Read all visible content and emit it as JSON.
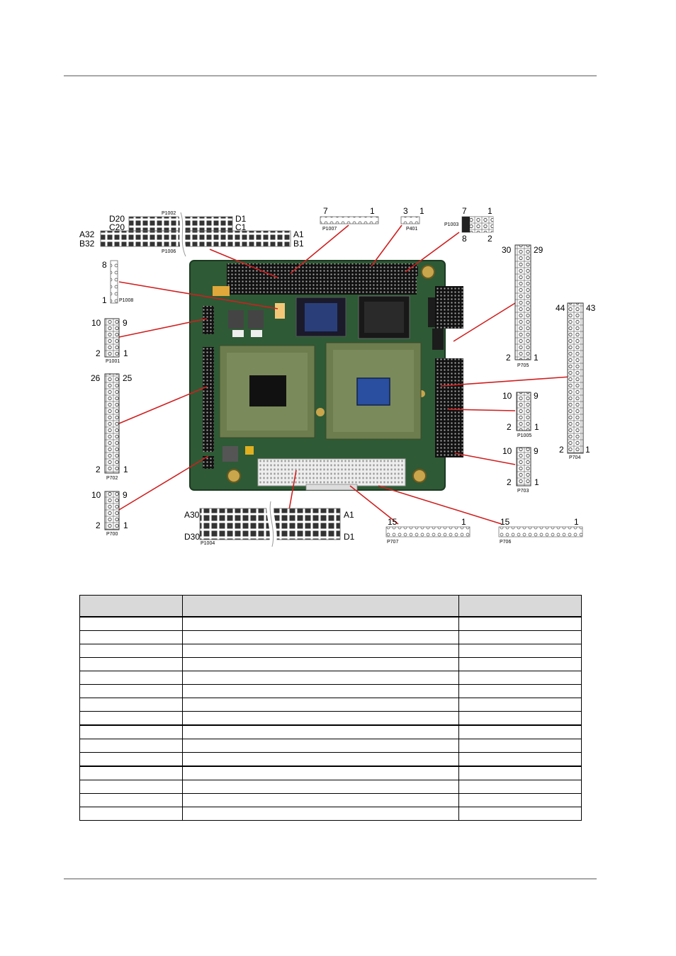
{
  "connectors": {
    "p1002": {
      "name": "P1002",
      "d_start": "D20",
      "d_end": "D1",
      "c_start": "C20",
      "c_end": "C1"
    },
    "p1006": {
      "name": "P1006",
      "a_start": "A32",
      "a_end": "A1",
      "b_start": "B32",
      "b_end": "B1"
    },
    "p1007": {
      "name": "P1007",
      "left": "7",
      "right": "1"
    },
    "p401": {
      "name": "P401",
      "left": "3",
      "right": "1"
    },
    "p1003": {
      "name": "P1003",
      "top_left": "7",
      "top_right": "1",
      "bottom_left": "8",
      "bottom_right": "2"
    },
    "p1008": {
      "name": "P1008",
      "top": "8",
      "bottom": "1"
    },
    "p1001": {
      "name": "P1001",
      "top_left": "10",
      "top_right": "9",
      "bottom_left": "2",
      "bottom_right": "1"
    },
    "p702": {
      "name": "P702",
      "top_left": "26",
      "top_right": "25",
      "bottom_left": "2",
      "bottom_right": "1"
    },
    "p700": {
      "name": "P700",
      "top_left": "10",
      "top_right": "9",
      "bottom_left": "2",
      "bottom_right": "1"
    },
    "p705": {
      "name": "P705",
      "top_left": "30",
      "top_right": "29",
      "bottom_left": "2",
      "bottom_right": "1"
    },
    "p704": {
      "name": "P704",
      "top_left": "44",
      "top_right": "43",
      "bottom_left": "2",
      "bottom_right": "1"
    },
    "p1005": {
      "name": "P1005",
      "top_left": "10",
      "top_right": "9",
      "bottom_left": "2",
      "bottom_right": "1"
    },
    "p703": {
      "name": "P703",
      "top_left": "10",
      "top_right": "9",
      "bottom_left": "2",
      "bottom_right": "1"
    },
    "p1004": {
      "name": "P1004",
      "a_start": "A30",
      "a_end": "A1",
      "d_start": "D30",
      "d_end": "D1"
    },
    "p707": {
      "name": "P707",
      "left": "15",
      "right": "1"
    },
    "p706": {
      "name": "P706",
      "left": "15",
      "right": "1"
    }
  },
  "table": {
    "headers": [
      "",
      "",
      ""
    ],
    "rows": [
      [
        "",
        "",
        ""
      ],
      [
        "",
        "",
        ""
      ],
      [
        "",
        "",
        ""
      ],
      [
        "",
        "",
        ""
      ],
      [
        "",
        "",
        ""
      ],
      [
        "",
        "",
        ""
      ],
      [
        "",
        "",
        ""
      ],
      [
        "",
        "",
        ""
      ],
      [
        "",
        "",
        ""
      ],
      [
        "",
        "",
        ""
      ],
      [
        "",
        "",
        ""
      ],
      [
        "",
        "",
        ""
      ],
      [
        "",
        "",
        ""
      ],
      [
        "",
        "",
        ""
      ],
      [
        "",
        "",
        ""
      ]
    ]
  },
  "colors": {
    "pcb": "#2e5a35",
    "leader_line": "#d01f1f",
    "header_fill": "#d9d9d9",
    "rule": "#a8a8a8"
  }
}
